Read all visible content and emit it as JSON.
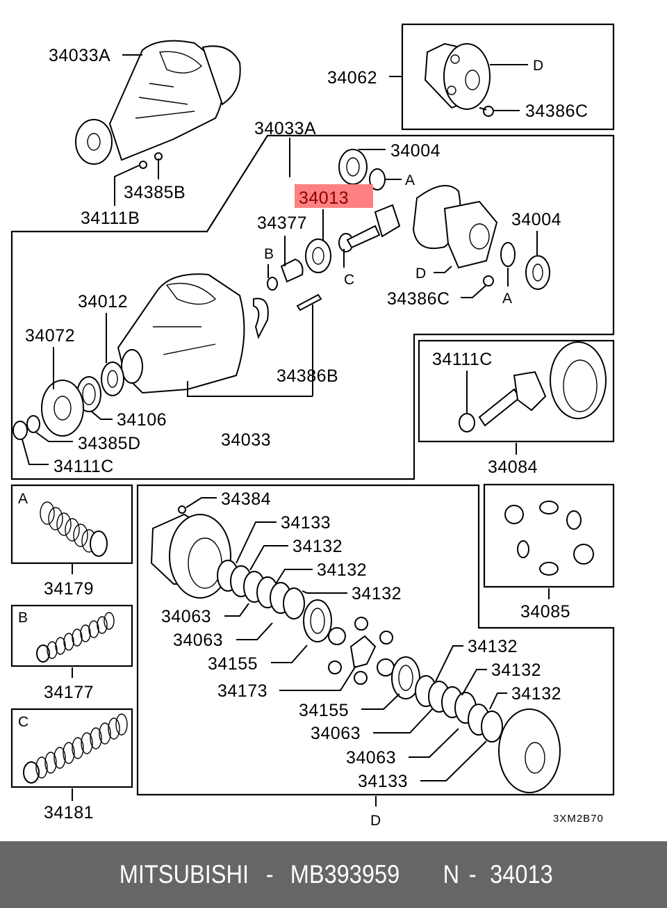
{
  "diagram": {
    "highlight_color": "#ff8080",
    "highlight_text_color": "#8b0000",
    "highlighted_part": "34013",
    "labels": {
      "assembly_top": "34033A",
      "assembly_bracket": "34033A",
      "nut_34111B": "34111B",
      "nut_34385B": "34385B",
      "carrier_case_34062": "34062",
      "ref_d_top": "D",
      "bolt_34386C_top": "34386C",
      "bearing_34004_top": "34004",
      "shim_a_top": "A",
      "bearing_34013": "34013",
      "spacer_34377": "34377",
      "ring_b": "B",
      "washer_c": "C",
      "ref_d_mid": "D",
      "bolt_34386C_mid": "34386C",
      "bearing_34004_right": "34004",
      "shim_a_right": "A",
      "seal_34012": "34012",
      "flange_34072": "34072",
      "bolt_34386B": "34386B",
      "seal_34106": "34106",
      "washer_34385D": "34385D",
      "housing_34033": "34033",
      "nut_34111C": "34111C",
      "gearset_nut_34111C": "34111C",
      "gearset_34084": "34084",
      "shim_set_a_letter": "A",
      "shim_set_a": "34179",
      "shim_set_b_letter": "B",
      "shim_set_b": "34177",
      "shim_set_c_letter": "C",
      "shim_set_c": "34181",
      "screw_34384": "34384",
      "plate_34133_a": "34133",
      "plate_34132_a": "34132",
      "plate_34132_b": "34132",
      "plate_34132_c": "34132",
      "disc_34063_a": "34063",
      "disc_34063_b": "34063",
      "ring_34155_a": "34155",
      "spider_34173": "34173",
      "ring_34155_b": "34155",
      "disc_34063_c": "34063",
      "disc_34063_d": "34063",
      "plate_34133_b": "34133",
      "plate_34132_d": "34132",
      "plate_34132_e": "34132",
      "plate_34132_f": "34132",
      "gear_kit_34085": "34085",
      "ref_d_bottom": "D",
      "diagram_code": "3XM2B70"
    }
  },
  "footer": {
    "brand": "MITSUBISHI",
    "separator1": "-",
    "part_number": "MB393959",
    "ref_prefix": "N",
    "separator2": "-",
    "ref_number": "34013"
  }
}
